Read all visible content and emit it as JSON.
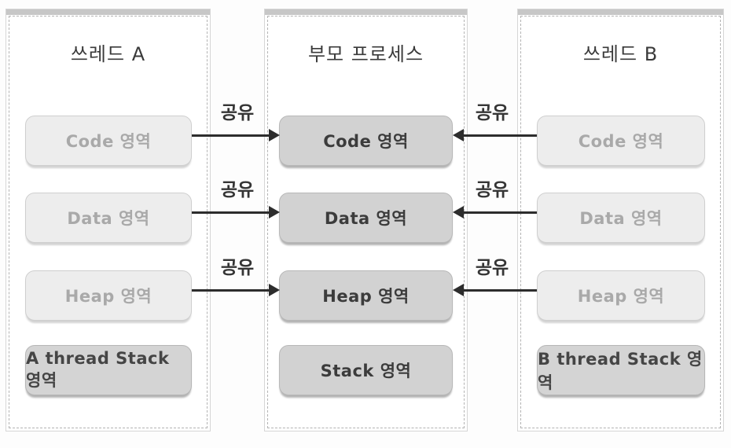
{
  "share_label": "공유",
  "panels": [
    {
      "id": "thread-a",
      "title": "쓰레드 A",
      "boxes": [
        {
          "label": "Code 영역"
        },
        {
          "label": "Data 영역"
        },
        {
          "label": "Heap 영역"
        },
        {
          "label": "A thread Stack 영역"
        }
      ]
    },
    {
      "id": "parent-process",
      "title": "부모 프로세스",
      "boxes": [
        {
          "label": "Code 영역"
        },
        {
          "label": "Data 영역"
        },
        {
          "label": "Heap 영역"
        },
        {
          "label": "Stack 영역"
        }
      ]
    },
    {
      "id": "thread-b",
      "title": "쓰레드 B",
      "boxes": [
        {
          "label": "Code 영역"
        },
        {
          "label": "Data 영역"
        },
        {
          "label": "Heap 영역"
        },
        {
          "label": "B thread Stack 영역"
        }
      ]
    }
  ],
  "colors": {
    "canvas_bg": "#fdfdfd",
    "panel_top_bar": "#c7c7c7",
    "panel_border": "#b3b3b3",
    "light_box_bg": "#ededed",
    "light_box_text": "#a9a9a9",
    "medium_box_bg": "#d2d2d2",
    "medium_box_text": "#3c3c3c",
    "stack_box_bg": "#d4d4d4",
    "stack_box_text": "#454545",
    "arrow": "#2d2d2d",
    "share_label_text": "#353535"
  }
}
